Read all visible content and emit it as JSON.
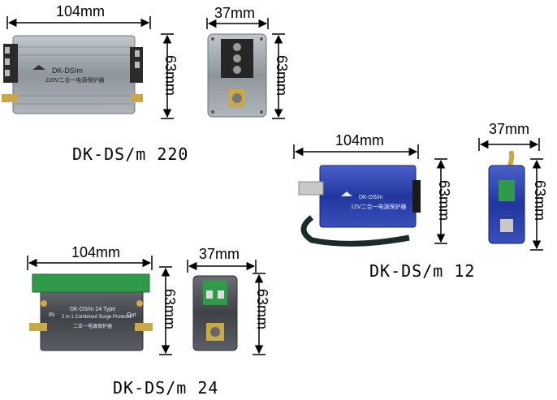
{
  "products": [
    {
      "caption": "DK-DS/m 220",
      "width_label": "104mm",
      "height_label": "63mm",
      "depth_label": "37mm",
      "side_height_label": "63mm",
      "device_model": "DK-DS/m",
      "device_subtitle": "220V二合一电源保护器",
      "colors": {
        "body": "#9aa2a8",
        "terminal": "#2b2b2b"
      }
    },
    {
      "caption": "DK-DS/m 12",
      "width_label": "104mm",
      "height_label": "63mm",
      "depth_label": "37mm",
      "side_height_label": "63mm",
      "device_model": "DK-DS/m",
      "device_subtitle": "12V二合一电源保护器",
      "colors": {
        "body": "#2a3fa8",
        "cable": "#1c2a2a"
      }
    },
    {
      "caption": "DK-DS/m 24",
      "width_label": "104mm",
      "height_label": "63mm",
      "depth_label": "37mm",
      "side_height_label": "63mm",
      "device_model": "DK-DS/m 24 Type",
      "device_subtitle": "2 in 1 Combined Surge Protector",
      "device_subtitle_cn": "二合一电源保护器",
      "in_label": "IN",
      "out_label": "Out",
      "colors": {
        "body": "#4a4e54",
        "terminal": "#2e9a4a"
      }
    }
  ]
}
